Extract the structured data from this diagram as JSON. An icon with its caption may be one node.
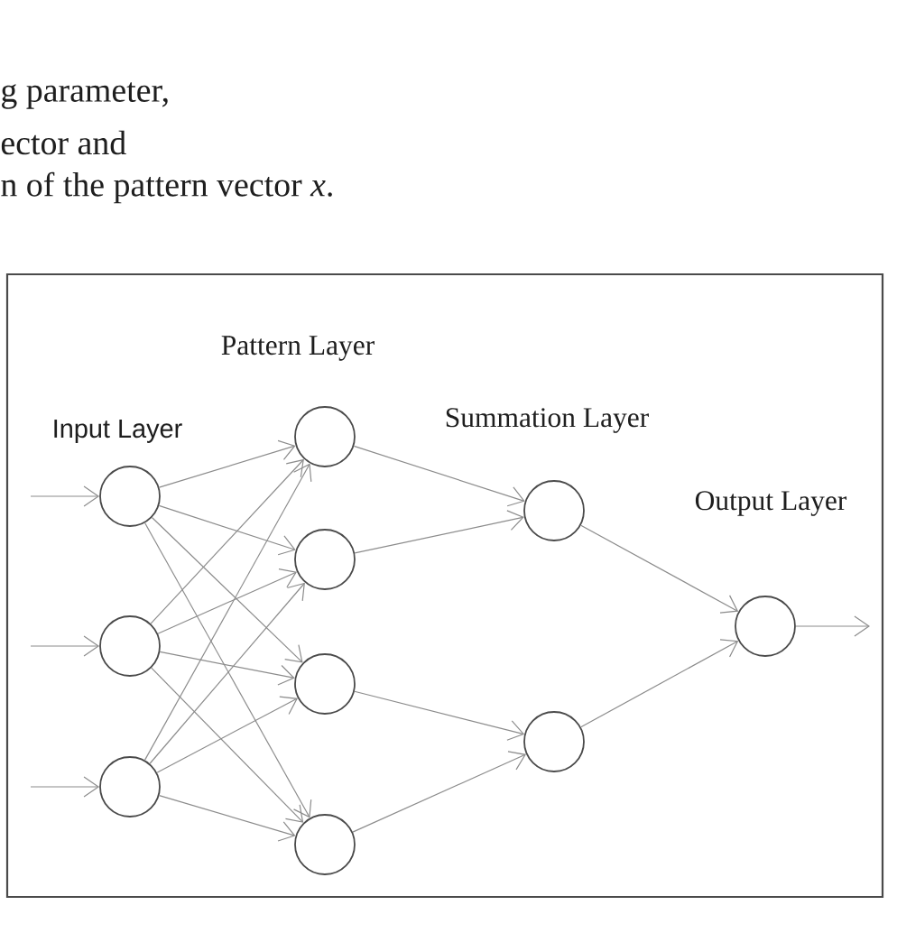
{
  "diagram": {
    "nodes": [
      {
        "text": [],
        "shape": "circle"
      },
      {
        "text": [],
        "shape": "circle"
      },
      {
        "text": [],
        "shape": "circle"
      },
      {
        "text": [],
        "shape": "circle"
      },
      {
        "text": [],
        "shape": "circle"
      },
      {
        "text": [],
        "shape": "circle"
      },
      {
        "text": [],
        "shape": "circle"
      },
      {
        "text": [],
        "shape": "circle"
      },
      {
        "text": [],
        "shape": "circle"
      },
      {
        "text": [],
        "shape": "circle"
      }
    ],
    "edges": [
      {
        "from": null,
        "to": 0,
        "arrow": "to"
      },
      {
        "from": null,
        "to": 1,
        "arrow": "to"
      },
      {
        "from": null,
        "to": 2,
        "arrow": "to"
      },
      {
        "from": 0,
        "to": 3,
        "arrow": "to"
      },
      {
        "from": 0,
        "to": 4,
        "arrow": "to"
      },
      {
        "from": 0,
        "to": 5,
        "arrow": "to"
      },
      {
        "from": 0,
        "to": 6,
        "arrow": "to"
      },
      {
        "from": 1,
        "to": 3,
        "arrow": "to"
      },
      {
        "from": 1,
        "to": 4,
        "arrow": "to"
      },
      {
        "from": 1,
        "to": 5,
        "arrow": "to"
      },
      {
        "from": 1,
        "to": 6,
        "arrow": "to"
      },
      {
        "from": 2,
        "to": 3,
        "arrow": "to"
      },
      {
        "from": 2,
        "to": 4,
        "arrow": "to"
      },
      {
        "from": 2,
        "to": 5,
        "arrow": "to"
      },
      {
        "from": 2,
        "to": 6,
        "arrow": "to"
      },
      {
        "from": 3,
        "to": 7,
        "arrow": "to"
      },
      {
        "from": 4,
        "to": 7,
        "arrow": "to"
      },
      {
        "from": 5,
        "to": 8,
        "arrow": "to"
      },
      {
        "from": 6,
        "to": 8,
        "arrow": "to"
      },
      {
        "from": 7,
        "to": 9,
        "arrow": "to"
      },
      {
        "from": 8,
        "to": 9,
        "arrow": "to"
      },
      {
        "from": 9,
        "to": null,
        "arrow": "to"
      }
    ],
    "labels": [
      "g parameter,",
      "ector and",
      "n of the pattern vector *x*.",
      "Pattern Layer",
      "Input Layer",
      "Summation Layer",
      "Output Layer"
    ]
  }
}
